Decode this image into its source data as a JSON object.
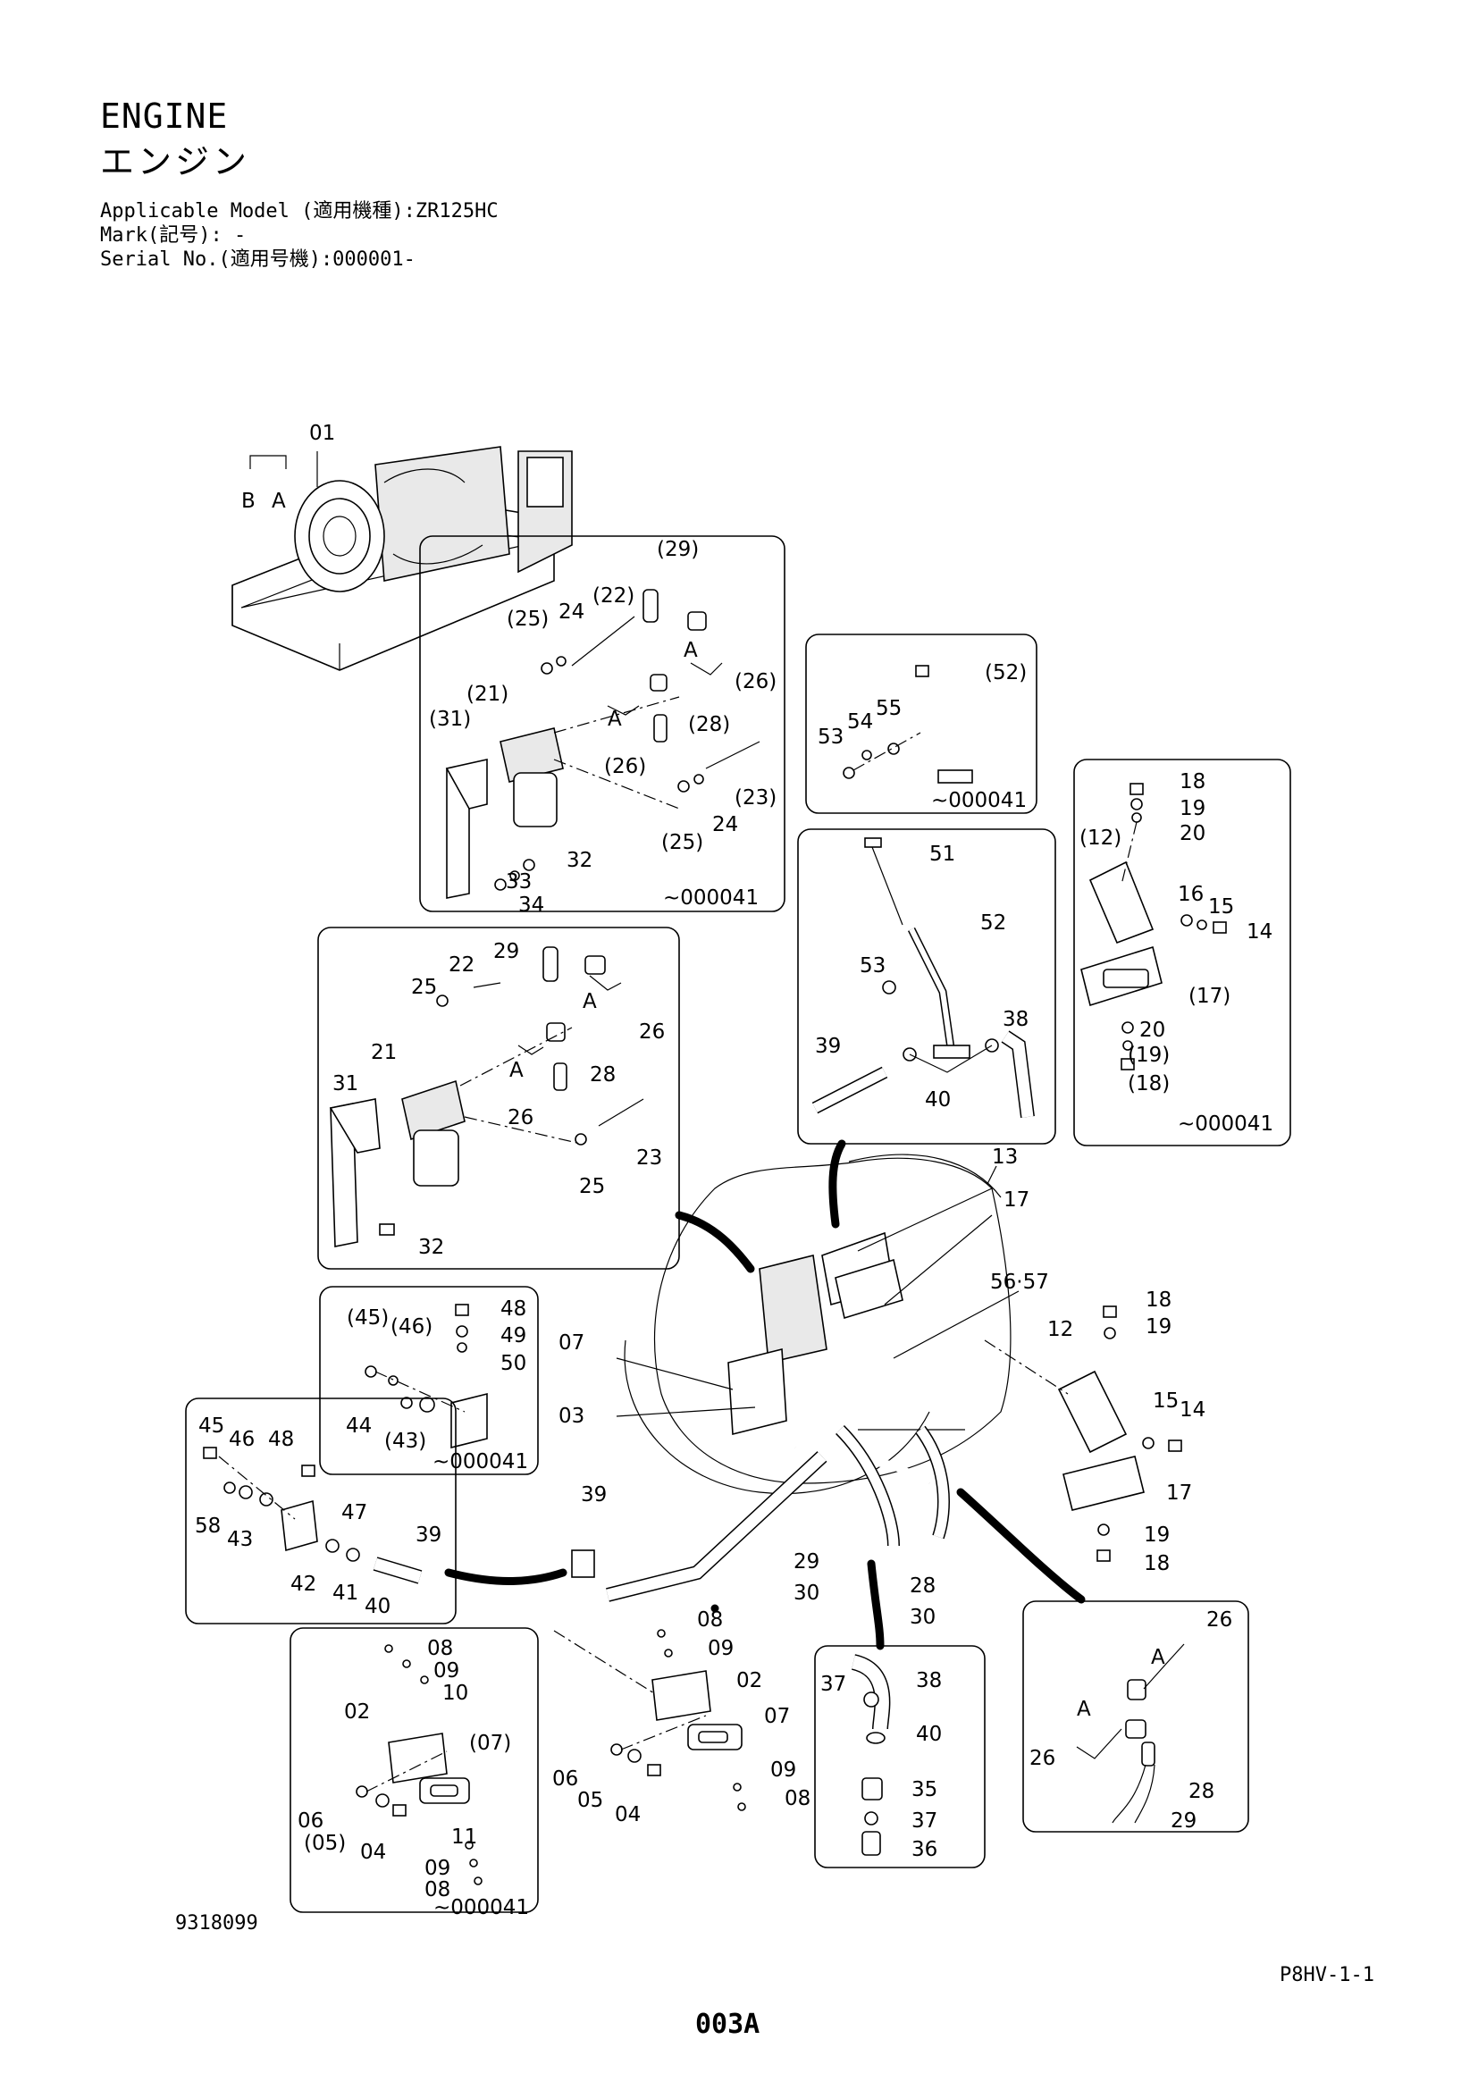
{
  "header": {
    "title_en": "ENGINE",
    "title_jp": "エンジン",
    "model_line": "Applicable Model (適用機種):ZR125HC",
    "mark_line": "Mark(記号): -",
    "serial_line": "Serial No.(適用号機):000001-"
  },
  "footer": {
    "drawing_no": "9318099",
    "sheet_ref": "P8HV-1-1",
    "page_no": "003A"
  },
  "labels": {
    "engine": {
      "p01": "01",
      "b": "B",
      "a": "A"
    },
    "box1": {
      "p29": "(29)",
      "p25": "(25)",
      "p24": "24",
      "p22": "(22)",
      "a1": "A",
      "p26a": "(26)",
      "p21": "(21)",
      "p31": "(31)",
      "a2": "A",
      "p28": "(28)",
      "p26b": "(26)",
      "p23": "(23)",
      "p24b": "24",
      "p25b": "(25)",
      "p32": "32",
      "p33": "33",
      "p34": "34",
      "serial": "~000041"
    },
    "box2": {
      "p52": "(52)",
      "p53": "53",
      "p54": "54",
      "p55": "55",
      "serial": "~000041"
    },
    "box3": {
      "p51": "51",
      "p52": "52",
      "p53": "53",
      "p38": "38",
      "p39": "39",
      "p40": "40"
    },
    "box4": {
      "p18": "18",
      "p19": "19",
      "p12": "(12)",
      "p20": "20",
      "p16": "16",
      "p15": "15",
      "p14": "14",
      "p17": "(17)",
      "p20b": "20",
      "p19b": "(19)",
      "p18b": "(18)",
      "serial": "~000041"
    },
    "box5": {
      "p29": "29",
      "p22": "22",
      "p25": "25",
      "a1": "A",
      "p26": "26",
      "p21": "21",
      "p31": "31",
      "a2": "A",
      "p28": "28",
      "p26b": "26",
      "p23": "23",
      "p25b": "25",
      "p32": "32"
    },
    "box6": {
      "p45": "(45)",
      "p46": "(46)",
      "p48": "48",
      "p49": "49",
      "p50": "50",
      "p44": "44",
      "p43": "(43)",
      "serial": "~000041"
    },
    "box7": {
      "p45": "45",
      "p46": "46",
      "p48": "48",
      "p47": "47",
      "p58": "58",
      "p43": "43",
      "p39": "39",
      "p42": "42",
      "p41": "41",
      "p40": "40"
    },
    "main": {
      "p13": "13",
      "p17": "17",
      "p56_57": "56·57",
      "p07": "07",
      "p03": "03",
      "p39": "39",
      "p29": "29",
      "p30": "30",
      "p28": "28",
      "p30b": "30",
      "p18": "18",
      "p12": "12",
      "p19": "19",
      "p15": "15",
      "p14": "14",
      "p17b": "17",
      "p19b": "19",
      "p18b": "18"
    },
    "box8": {
      "p08": "08",
      "p09": "09",
      "p10": "10",
      "p02": "02",
      "p07": "(07)",
      "p06": "06",
      "p05": "(05)",
      "p04": "04",
      "p11": "11",
      "p09b": "09",
      "p08b": "08",
      "serial": "~000041"
    },
    "mount": {
      "p08": "08",
      "p09": "09",
      "p02": "02",
      "p07": "07",
      "p06": "06",
      "p05": "05",
      "p04": "04",
      "p09b": "09",
      "p08b": "08"
    },
    "box9": {
      "p37": "37",
      "p38": "38",
      "p40": "40",
      "p35": "35",
      "p37b": "37",
      "p36": "36"
    },
    "box10": {
      "p26": "26",
      "a1": "A",
      "a2": "A",
      "p26b": "26",
      "p28": "28",
      "p29": "29"
    }
  }
}
